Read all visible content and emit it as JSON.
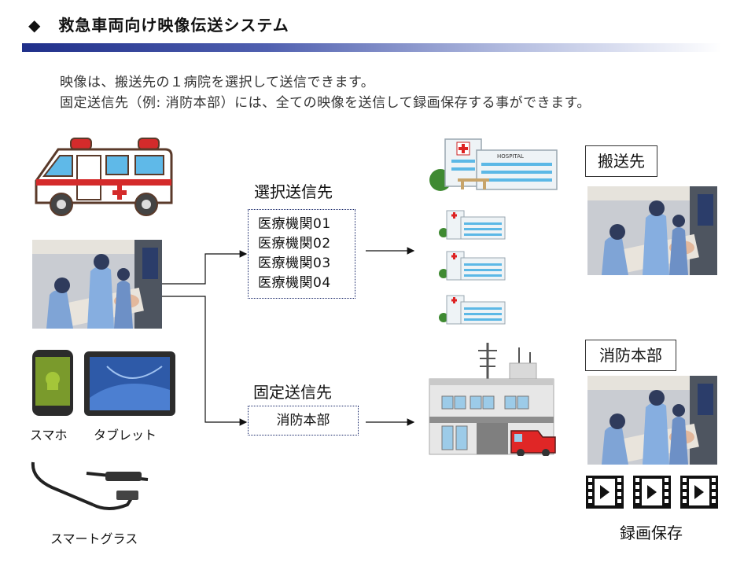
{
  "header": {
    "bullet": "◆",
    "title": "救急車両向け映像伝送システム"
  },
  "intro": {
    "line1": "映像は、搬送先の１病院を選択して送信できます。",
    "line2": "固定送信先（例: 消防本部）には、全ての映像を送信して録画保存する事ができます。"
  },
  "devices": {
    "smartphone_label": "スマホ",
    "tablet_label": "タブレット",
    "smartglass_label": "スマートグラス"
  },
  "selective": {
    "heading": "選択送信先",
    "items": [
      "医療機関01",
      "医療機関02",
      "医療機関03",
      "医療機関04"
    ]
  },
  "fixed": {
    "heading": "固定送信先",
    "item": "消防本部"
  },
  "destinations": {
    "transport_label": "搬送先",
    "fire_hq_label": "消防本部",
    "record_label": "録画保存",
    "hospital_sign": "HOSPITAL"
  },
  "colors": {
    "accent_navy": "#1b2a6b",
    "ambulance_red": "#d42b2b",
    "hospital_blue": "#5cb8e6"
  }
}
